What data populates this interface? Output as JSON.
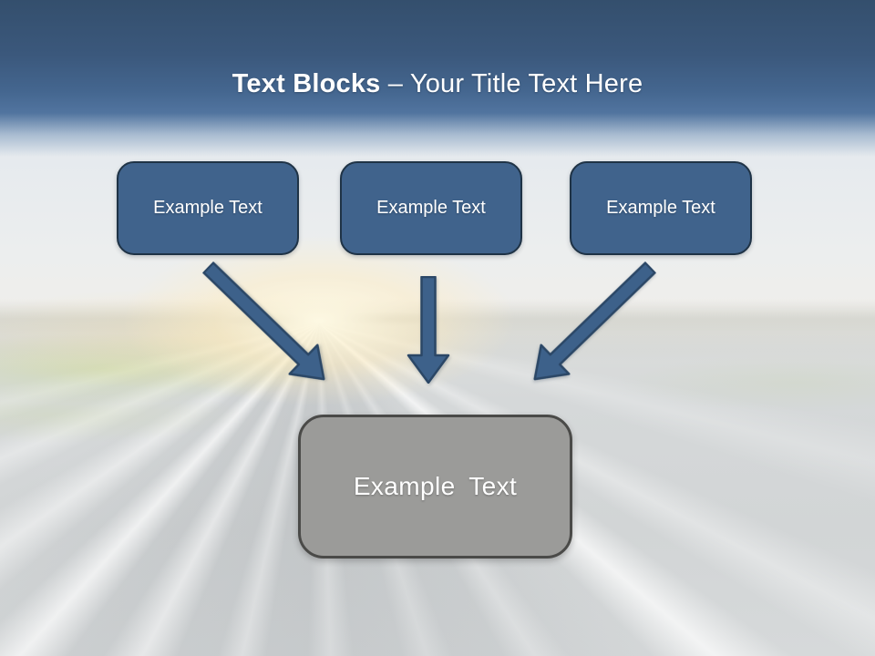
{
  "title": {
    "emphasis": "Text Blocks",
    "rest": "– Your Title Text Here"
  },
  "blocks": {
    "sources": [
      {
        "label": "Example Text"
      },
      {
        "label": "Example Text"
      },
      {
        "label": "Example Text"
      }
    ],
    "target": {
      "label": "Example Text"
    }
  },
  "shapes": {
    "arrows": [
      {
        "name": "arrow-down-right",
        "direction": "down-right"
      },
      {
        "name": "arrow-down",
        "direction": "down"
      },
      {
        "name": "arrow-down-left",
        "direction": "down-left"
      }
    ],
    "background": "blurred highway road with sun glare at vanishing point"
  },
  "colors": {
    "header-top": "#344f6d",
    "header-mid": "#44668f",
    "header-bottom": "#51749f",
    "block-fill": "#40638c",
    "block-border": "#1f3346",
    "arrow-fill": "#3d618a",
    "arrow-stroke": "#2b4766",
    "target-fill": "#9b9b99",
    "target-border": "#4a4a48",
    "title-color": "#ffffff",
    "label-color": "#ffffff"
  }
}
